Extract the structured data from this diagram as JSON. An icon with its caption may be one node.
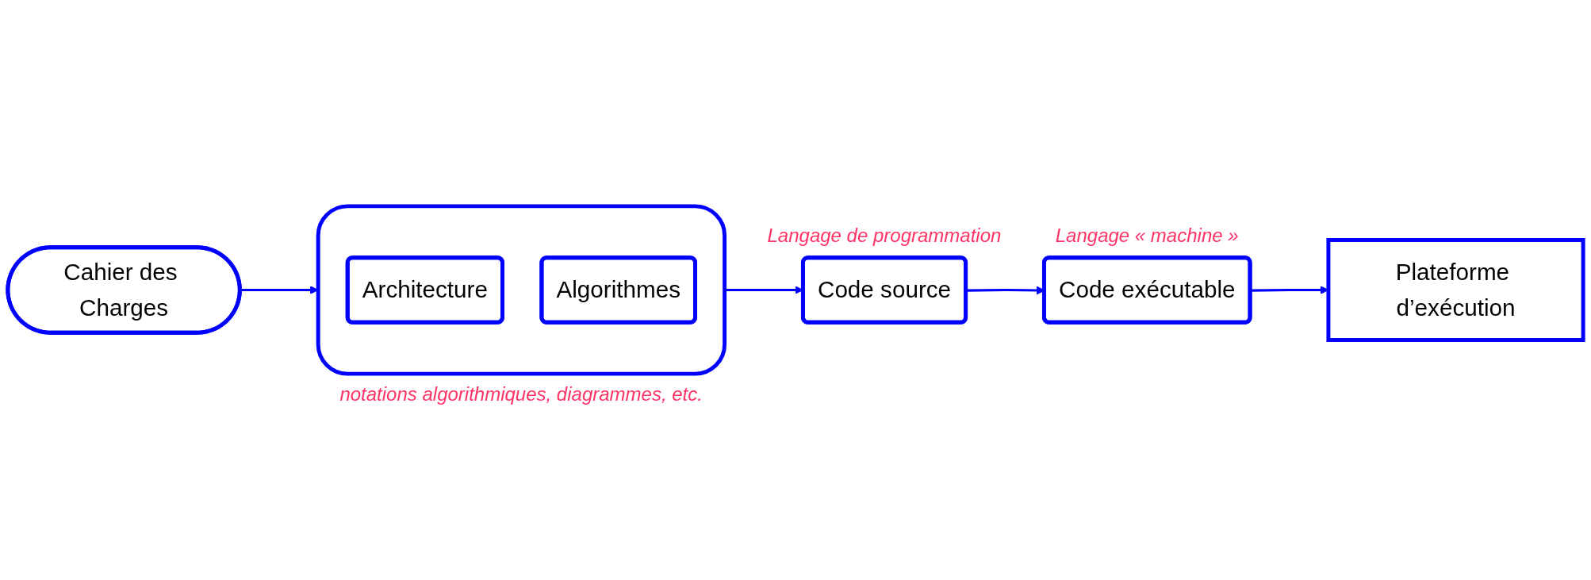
{
  "diagram": {
    "nodes": [
      {
        "text": [
          "Cahier des Charges"
        ]
      },
      {
        "text": [],
        "shape": "box",
        "beside": [
          "notations algorithmiques, diagrammes, etc."
        ]
      },
      {
        "text": [
          "Architecture"
        ],
        "in": 1
      },
      {
        "text": [
          "Algorithmes"
        ],
        "in": 1
      },
      {
        "text": [
          "Code source"
        ],
        "beside": [
          "Langage de programmation"
        ]
      },
      {
        "text": [
          "Code exécutable"
        ],
        "beside": [
          "Langage « machine »"
        ]
      },
      {
        "text": [
          "Plateforme d’exécution"
        ]
      }
    ],
    "edges": [
      {
        "from": 0,
        "to": 1,
        "arrow": "to"
      },
      {
        "from": 1,
        "to": 4,
        "arrow": "to"
      },
      {
        "from": 4,
        "to": 5,
        "arrow": "to"
      },
      {
        "from": 5,
        "to": 6,
        "arrow": "to"
      }
    ]
  }
}
